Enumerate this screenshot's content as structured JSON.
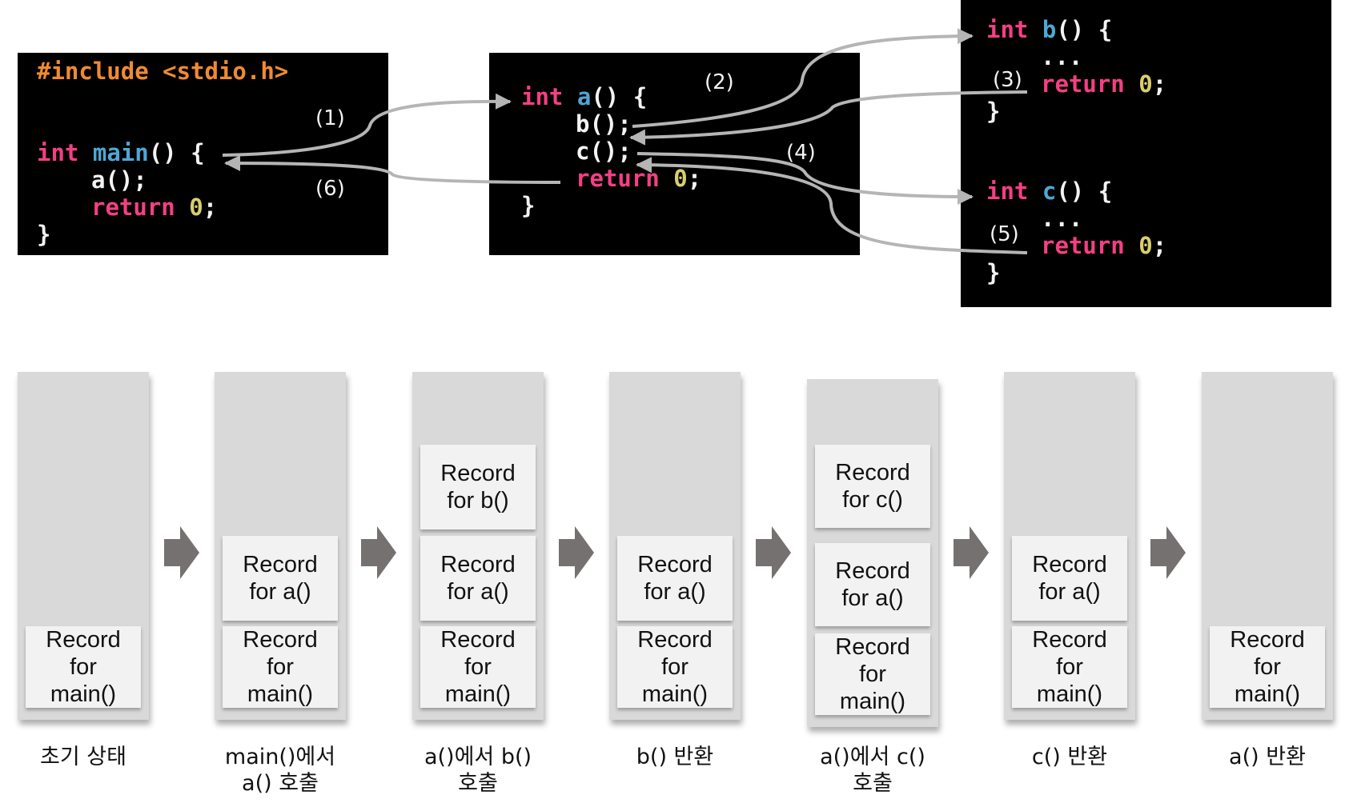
{
  "code": {
    "main": {
      "include": "#include <stdio.h>",
      "sig_kw": "int",
      "sig_fn": "main",
      "sig_rest": "() {",
      "call": "a();",
      "ret_kw": "return",
      "ret_num": "0",
      "ret_semi": ";",
      "close": "}"
    },
    "a": {
      "sig_kw": "int",
      "sig_fn": "a",
      "sig_rest": "() {",
      "call_b": "b();",
      "call_c": "c();",
      "ret_kw": "return",
      "ret_num": "0",
      "ret_semi": ";",
      "close": "}"
    },
    "b": {
      "sig_kw": "int",
      "sig_fn": "b",
      "sig_rest": "() {",
      "dots": "...",
      "ret_kw": "return",
      "ret_num": "0",
      "ret_semi": ";",
      "close": "}"
    },
    "c": {
      "sig_kw": "int",
      "sig_fn": "c",
      "sig_rest": "() {",
      "dots": "...",
      "ret_kw": "return",
      "ret_num": "0",
      "ret_semi": ";",
      "close": "}"
    }
  },
  "steps": [
    "(1)",
    "(2)",
    "(3)",
    "(4)",
    "(5)",
    "(6)"
  ],
  "stacks": [
    {
      "records": [
        [
          "Record",
          "for",
          "main()"
        ]
      ],
      "caption": [
        "초기 상태"
      ]
    },
    {
      "records": [
        [
          "Record",
          "for a()"
        ],
        [
          "Record",
          "for",
          "main()"
        ]
      ],
      "caption": [
        "main()에서",
        "a() 호출"
      ]
    },
    {
      "records": [
        [
          "Record",
          "for b()"
        ],
        [
          "Record",
          "for a()"
        ],
        [
          "Record",
          "for",
          "main()"
        ]
      ],
      "caption": [
        "a()에서 b()",
        "호출"
      ]
    },
    {
      "records": [
        [
          "Record",
          "for a()"
        ],
        [
          "Record",
          "for",
          "main()"
        ]
      ],
      "caption": [
        "b() 반환"
      ]
    },
    {
      "records": [
        [
          "Record",
          "for c()"
        ],
        [
          "Record",
          "for a()"
        ],
        [
          "Record",
          "for",
          "main()"
        ]
      ],
      "caption": [
        "a()에서 c()",
        "호출"
      ]
    },
    {
      "records": [
        [
          "Record",
          "for a()"
        ],
        [
          "Record",
          "for",
          "main()"
        ]
      ],
      "caption": [
        "c() 반환"
      ]
    },
    {
      "records": [
        [
          "Record",
          "for",
          "main()"
        ]
      ],
      "caption": [
        "a() 반환"
      ]
    }
  ],
  "colors": {
    "keyword": "#f43f84",
    "function": "#4fa7d4",
    "number": "#d8cf6d",
    "include": "#f08a32",
    "arrow": "#b5b5b5",
    "chevron": "#757170",
    "stack_bg": "#d9d9d9",
    "record_bg": "#f2f2f2"
  }
}
